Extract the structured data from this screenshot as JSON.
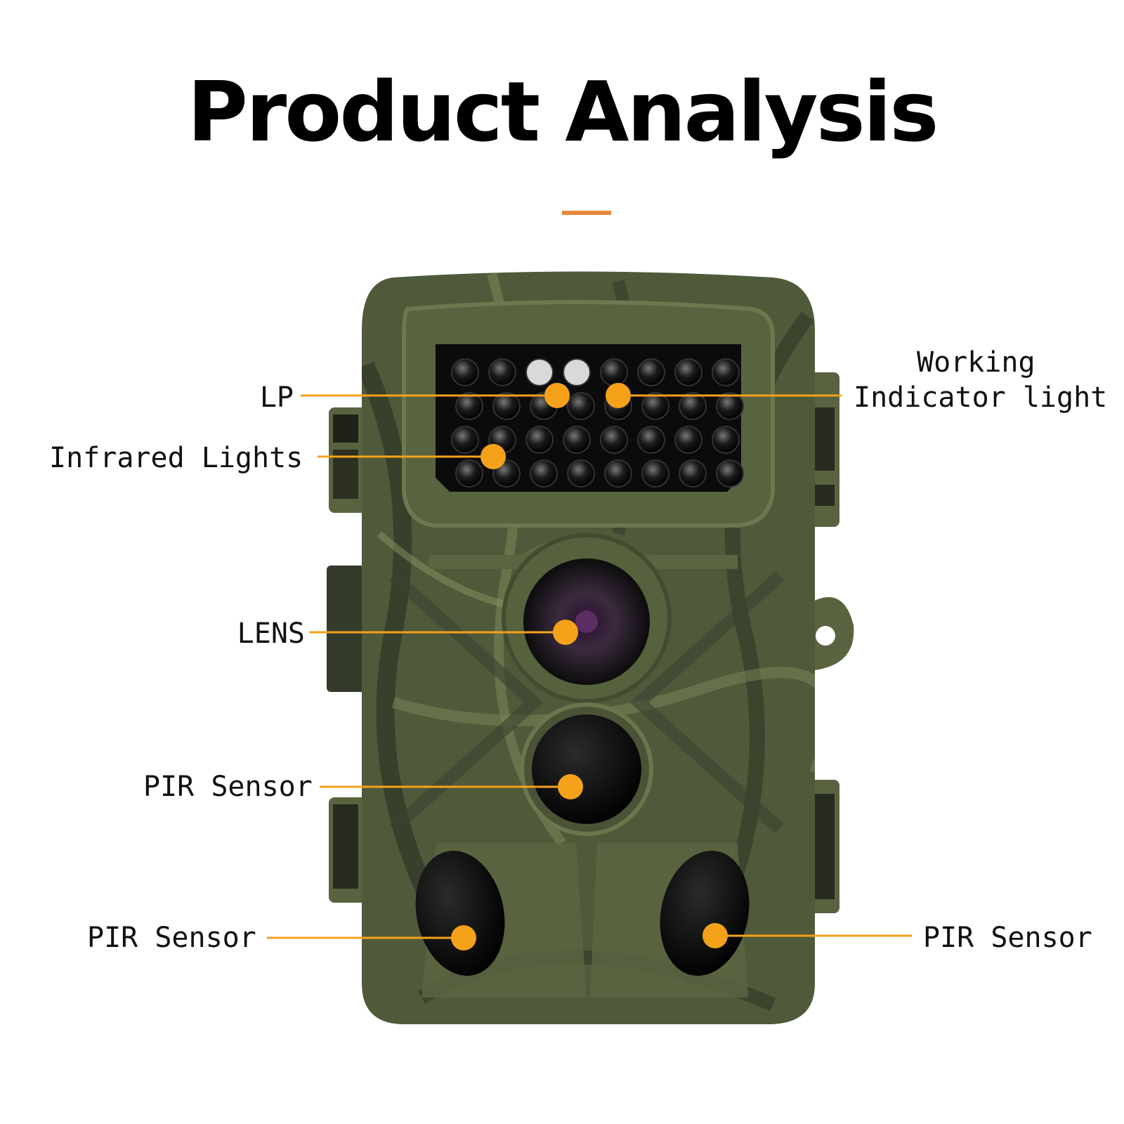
{
  "title": "Product Analysis",
  "colors": {
    "accent": "#e8873a",
    "callout": "#f5a21a",
    "camo_base": "#4f5a3a",
    "camo_dark": "#2e3525",
    "camo_light": "#7a8458"
  },
  "callouts": [
    {
      "id": "lp",
      "label": "LP"
    },
    {
      "id": "infrared",
      "label": "Infrared Lights"
    },
    {
      "id": "lens",
      "label": "LENS"
    },
    {
      "id": "pir-center",
      "label": "PIR Sensor"
    },
    {
      "id": "pir-left",
      "label": "PIR Sensor"
    },
    {
      "id": "working",
      "label_line1": "Working",
      "label_line2": "Indicator light"
    },
    {
      "id": "pir-right",
      "label": "PIR Sensor"
    }
  ]
}
